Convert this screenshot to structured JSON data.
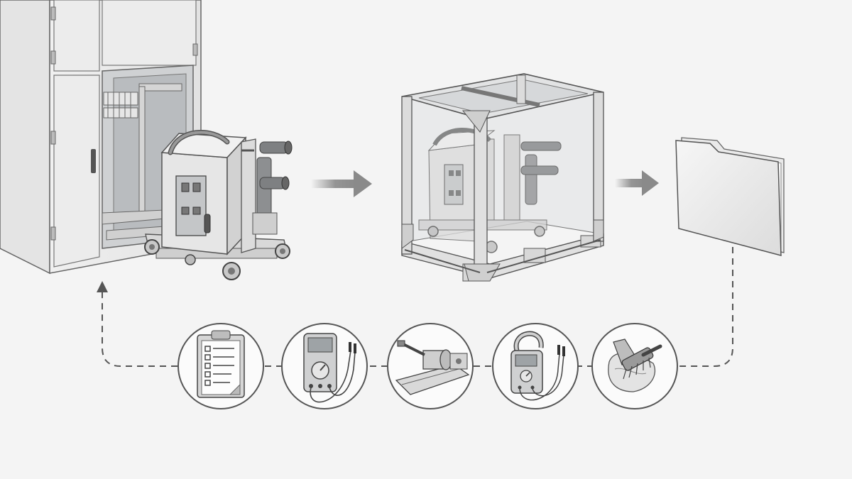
{
  "diagram": {
    "stages": [
      {
        "id": "switchgear-withdrawal",
        "icon": "switchgear-with-withdrawn-breaker-icon"
      },
      {
        "id": "crated-breaker",
        "icon": "breaker-in-transport-crate-icon"
      },
      {
        "id": "documentation",
        "icon": "document-folder-icon"
      }
    ],
    "maintenance_steps": [
      {
        "id": "inspection-checklist",
        "icon": "clipboard-checklist-icon"
      },
      {
        "id": "multimeter-testing",
        "icon": "multimeter-icon"
      },
      {
        "id": "mechanism-check",
        "icon": "racking-mechanism-icon"
      },
      {
        "id": "clamp-meter-testing",
        "icon": "clamp-meter-icon"
      },
      {
        "id": "cleaning",
        "icon": "brush-and-cloth-icon"
      }
    ],
    "colors": {
      "background": "#f4f4f4",
      "line": "#555555",
      "arrow": "#8a8a8a",
      "metal": "#d9dadb",
      "panel": "#ececec"
    }
  }
}
